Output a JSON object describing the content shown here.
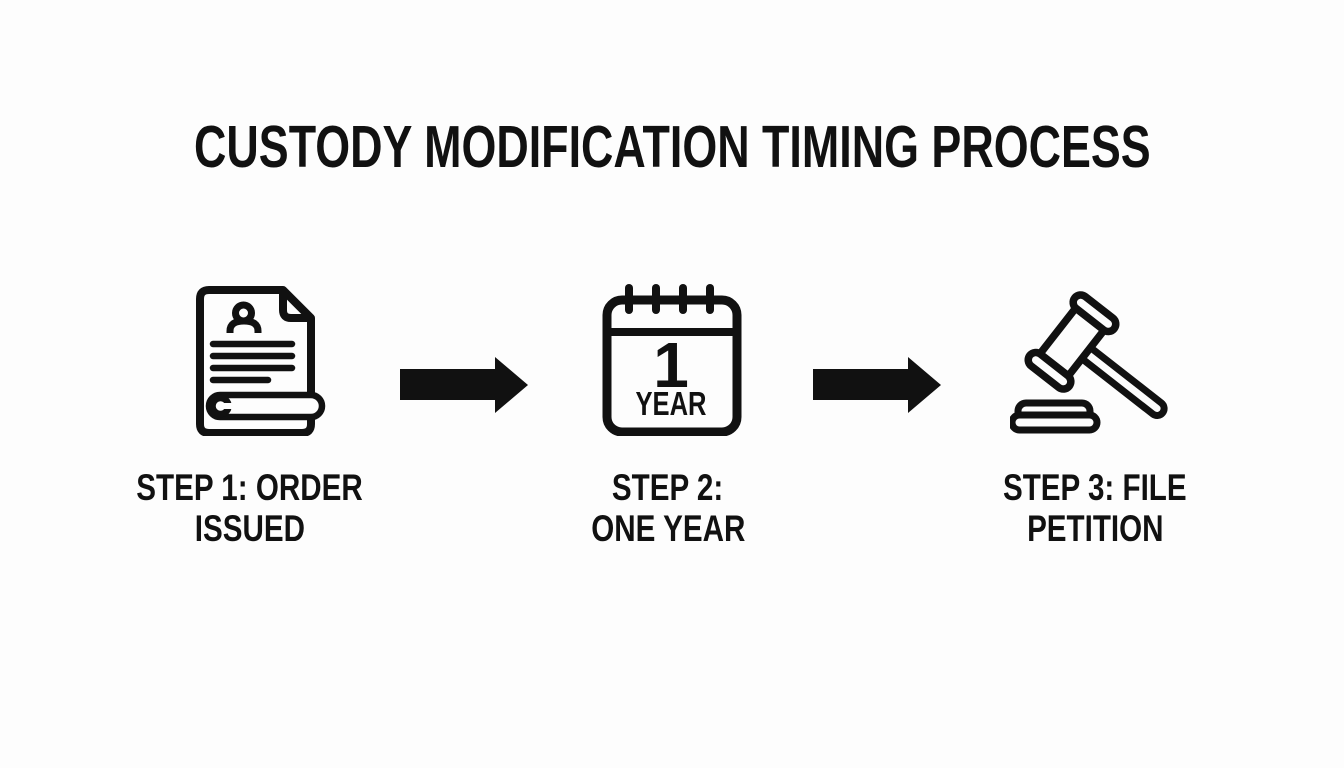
{
  "page": {
    "background": "#fdfdfd",
    "ink": "#111111"
  },
  "title": "CUSTODY MODIFICATION TIMING PROCESS",
  "steps": [
    {
      "name": "order-issued",
      "icon": "scroll-document-icon",
      "label_line1": "STEP 1: ORDER",
      "label_line2": "ISSUED"
    },
    {
      "name": "one-year-wait",
      "icon": "one-year-calendar-icon",
      "calendar_number": "1",
      "calendar_unit": "YEAR",
      "label_line1": "STEP 2:",
      "label_line2": "ONE YEAR"
    },
    {
      "name": "file-petition",
      "icon": "gavel-icon",
      "label_line1": "STEP 3: FILE",
      "label_line2": "PETITION"
    }
  ],
  "connectors": [
    {
      "icon": "arrow-right-icon"
    },
    {
      "icon": "arrow-right-icon"
    }
  ]
}
